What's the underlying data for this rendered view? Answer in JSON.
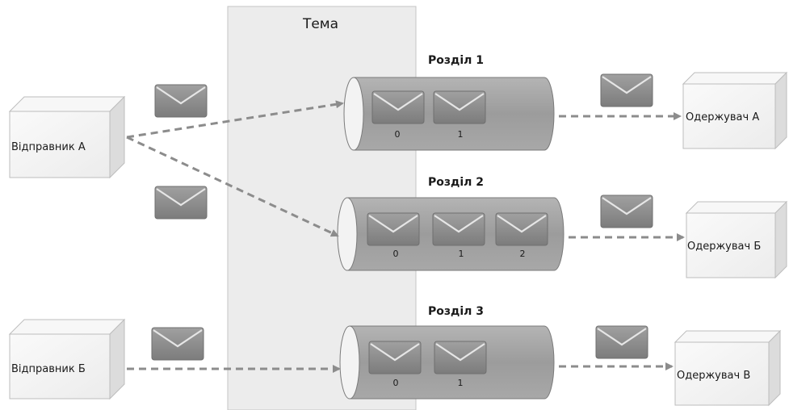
{
  "topic": {
    "title": "Тема"
  },
  "producers": [
    {
      "label": "Відправник А"
    },
    {
      "label": "Відправник Б"
    }
  ],
  "partitions": [
    {
      "title": "Розділ 1",
      "offsets": [
        "0",
        "1"
      ]
    },
    {
      "title": "Розділ 2",
      "offsets": [
        "0",
        "1",
        "2"
      ]
    },
    {
      "title": "Розділ 3",
      "offsets": [
        "0",
        "1"
      ]
    }
  ],
  "consumers": [
    {
      "label": "Одержувач А"
    },
    {
      "label": "Одержувач Б"
    },
    {
      "label": "Одержувач В"
    }
  ],
  "icons": {
    "message": "envelope-icon",
    "arrow": "dashed-arrow"
  },
  "colors": {
    "topic_band": "#ececec",
    "envelope": "#8a8a8a",
    "cylinder": "#9a9a9a",
    "box": "#f2f2f2",
    "arrow": "#8c8c8c"
  }
}
